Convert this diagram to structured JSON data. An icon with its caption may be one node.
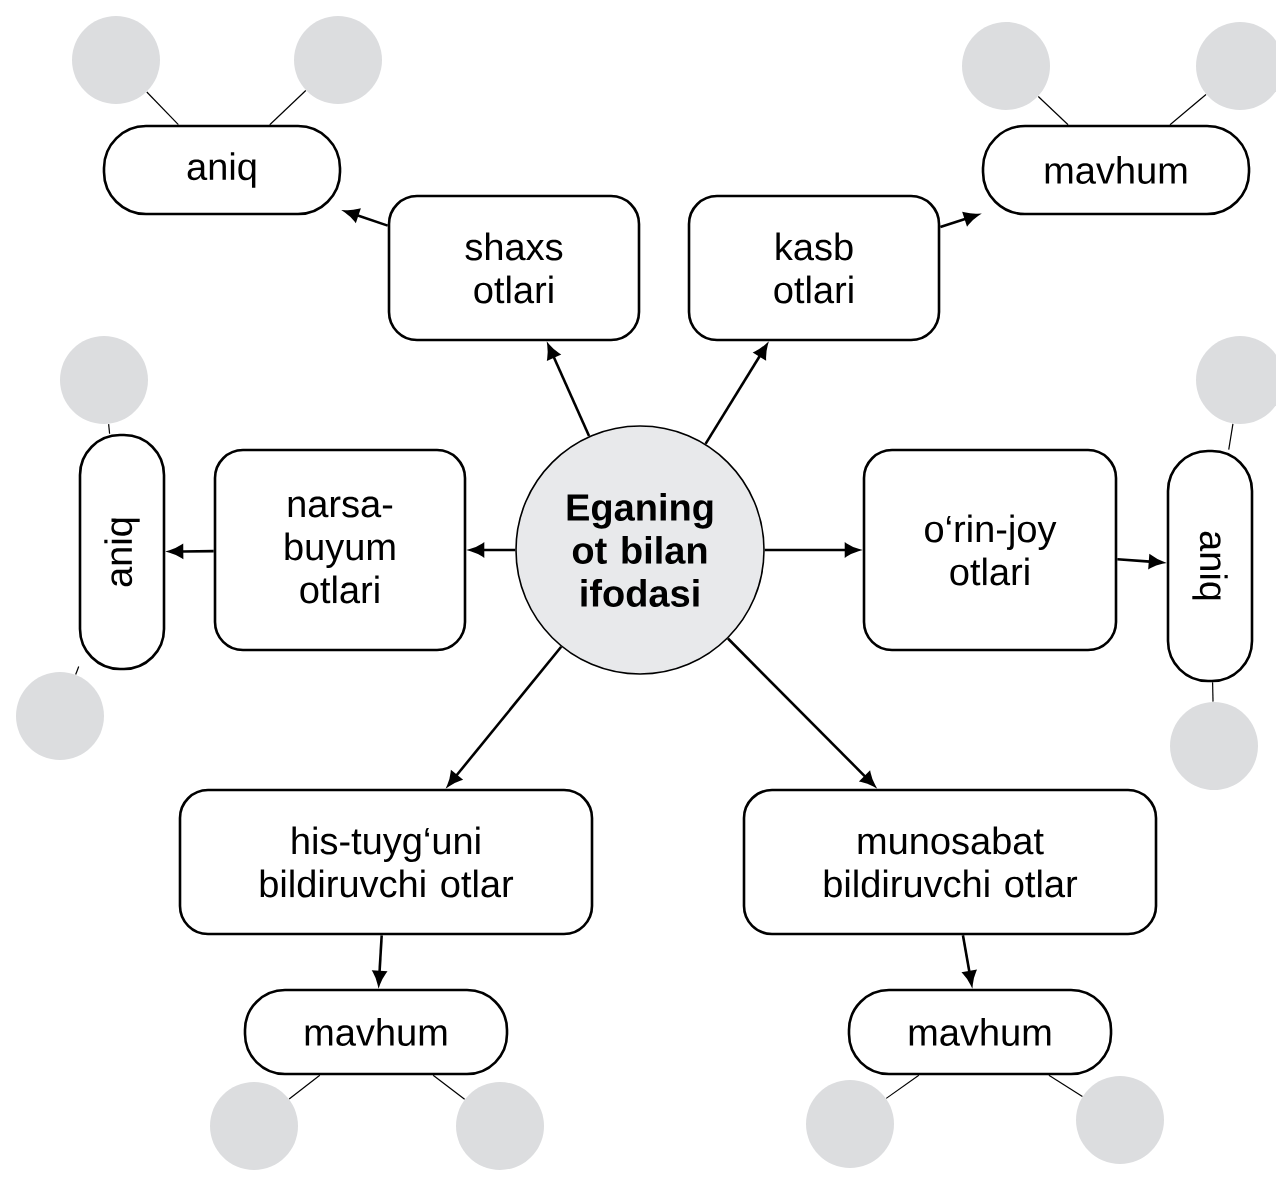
{
  "diagram": {
    "nodes": [
      {
        "text": [
          "Eganing ot bilan ifodasi"
        ]
      },
      {
        "text": [
          "shaxs otlari"
        ]
      },
      {
        "text": [
          "kasb otlari"
        ]
      },
      {
        "text": [
          "narsa-buyum otlari"
        ]
      },
      {
        "text": [
          "o‘rin-joy otlari"
        ]
      },
      {
        "text": [
          "his-tuyg‘uni bildiruvchi otlar"
        ]
      },
      {
        "text": [
          "munosabat bildiruvchi otlar"
        ]
      },
      {
        "text": [
          "aniq"
        ]
      },
      {
        "text": [
          "mavhum"
        ]
      },
      {
        "text": [
          "aniq"
        ]
      },
      {
        "text": [
          "aniq"
        ]
      },
      {
        "text": [
          "mavhum"
        ]
      },
      {
        "text": [
          "mavhum"
        ]
      },
      {
        "text": [],
        "shape": "circle"
      },
      {
        "text": [],
        "shape": "circle"
      },
      {
        "text": [],
        "shape": "circle"
      },
      {
        "text": [],
        "shape": "circle"
      },
      {
        "text": [],
        "shape": "circle"
      },
      {
        "text": [],
        "shape": "circle"
      },
      {
        "text": [],
        "shape": "circle"
      },
      {
        "text": [],
        "shape": "circle"
      },
      {
        "text": [],
        "shape": "circle"
      },
      {
        "text": [],
        "shape": "circle"
      },
      {
        "text": [],
        "shape": "circle"
      },
      {
        "text": [],
        "shape": "circle"
      }
    ],
    "edges": [
      {
        "from": 0,
        "to": 1,
        "arrow": "to"
      },
      {
        "from": 0,
        "to": 2,
        "arrow": "to"
      },
      {
        "from": 0,
        "to": 3,
        "arrow": "to"
      },
      {
        "from": 0,
        "to": 4,
        "arrow": "to"
      },
      {
        "from": 0,
        "to": 5,
        "arrow": "to"
      },
      {
        "from": 0,
        "to": 6,
        "arrow": "to"
      },
      {
        "from": 1,
        "to": 7,
        "arrow": "to"
      },
      {
        "from": 2,
        "to": 8,
        "arrow": "to"
      },
      {
        "from": 3,
        "to": 9,
        "arrow": "to"
      },
      {
        "from": 4,
        "to": 10,
        "arrow": "to"
      },
      {
        "from": 5,
        "to": 11,
        "arrow": "to"
      },
      {
        "from": 6,
        "to": 12,
        "arrow": "to"
      },
      {
        "from": 13,
        "to": 7,
        "arrow": "none"
      },
      {
        "from": 14,
        "to": 7,
        "arrow": "none"
      },
      {
        "from": 15,
        "to": 8,
        "arrow": "none"
      },
      {
        "from": 16,
        "to": 8,
        "arrow": "none"
      },
      {
        "from": 17,
        "to": 9,
        "arrow": "none"
      },
      {
        "from": 18,
        "to": 10,
        "arrow": "none"
      },
      {
        "from": 19,
        "to": 9,
        "arrow": "none"
      },
      {
        "from": 20,
        "to": 10,
        "arrow": "none"
      },
      {
        "from": 21,
        "to": 11,
        "arrow": "none"
      },
      {
        "from": 22,
        "to": 11,
        "arrow": "none"
      },
      {
        "from": 23,
        "to": 12,
        "arrow": "none"
      },
      {
        "from": 24,
        "to": 12,
        "arrow": "none"
      }
    ]
  }
}
